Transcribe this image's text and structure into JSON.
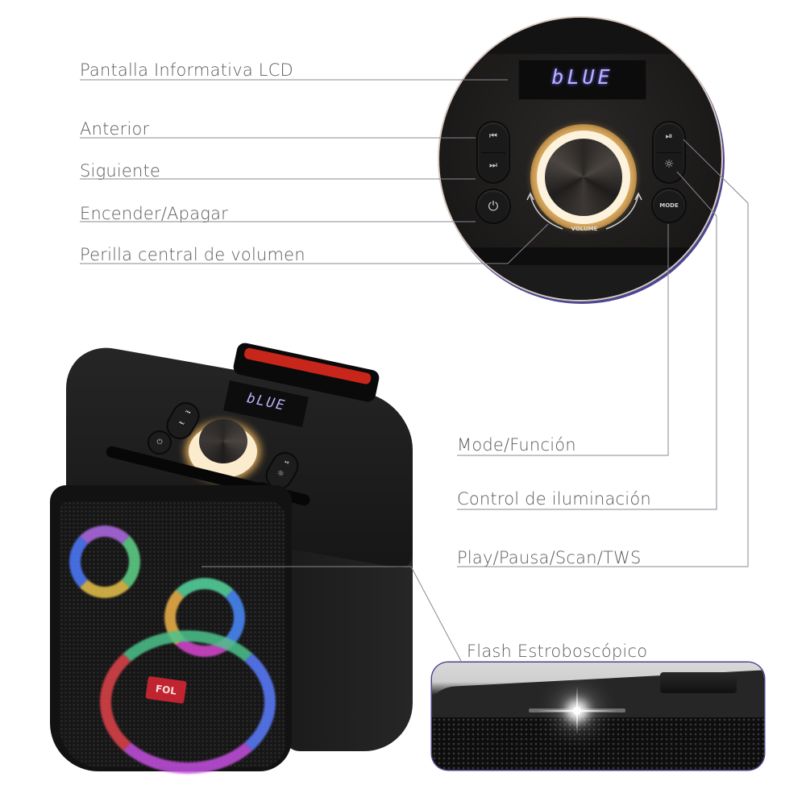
{
  "labels": {
    "lcd_display": "Pantalla Informativa LCD",
    "previous": "Anterior",
    "next": "Siguiente",
    "power": "Encender/Apagar",
    "volume_knob": "Perilla central de volumen",
    "mode": "Mode/Función",
    "lighting": "Control de iluminación",
    "play_pause": "Play/Pausa/Scan/TWS",
    "strobe": "Flash Estroboscópico"
  },
  "device": {
    "lcd_text": "bLUE",
    "volume_label": "VOLUME",
    "mode_button": "MODE",
    "logo_text": "FOL",
    "icons": {
      "previous": "⏮",
      "next": "⏭",
      "power": "⏻",
      "play_pause": "⏯",
      "light": "☼"
    }
  },
  "colors": {
    "label_text": "#5a5a5a",
    "leader_line": "#8a8794",
    "circle_border": "#4a4690",
    "lcd_glow": "#b9b3ff",
    "knob_glow": "#f0c98a",
    "handle_red": "#c8261a"
  }
}
